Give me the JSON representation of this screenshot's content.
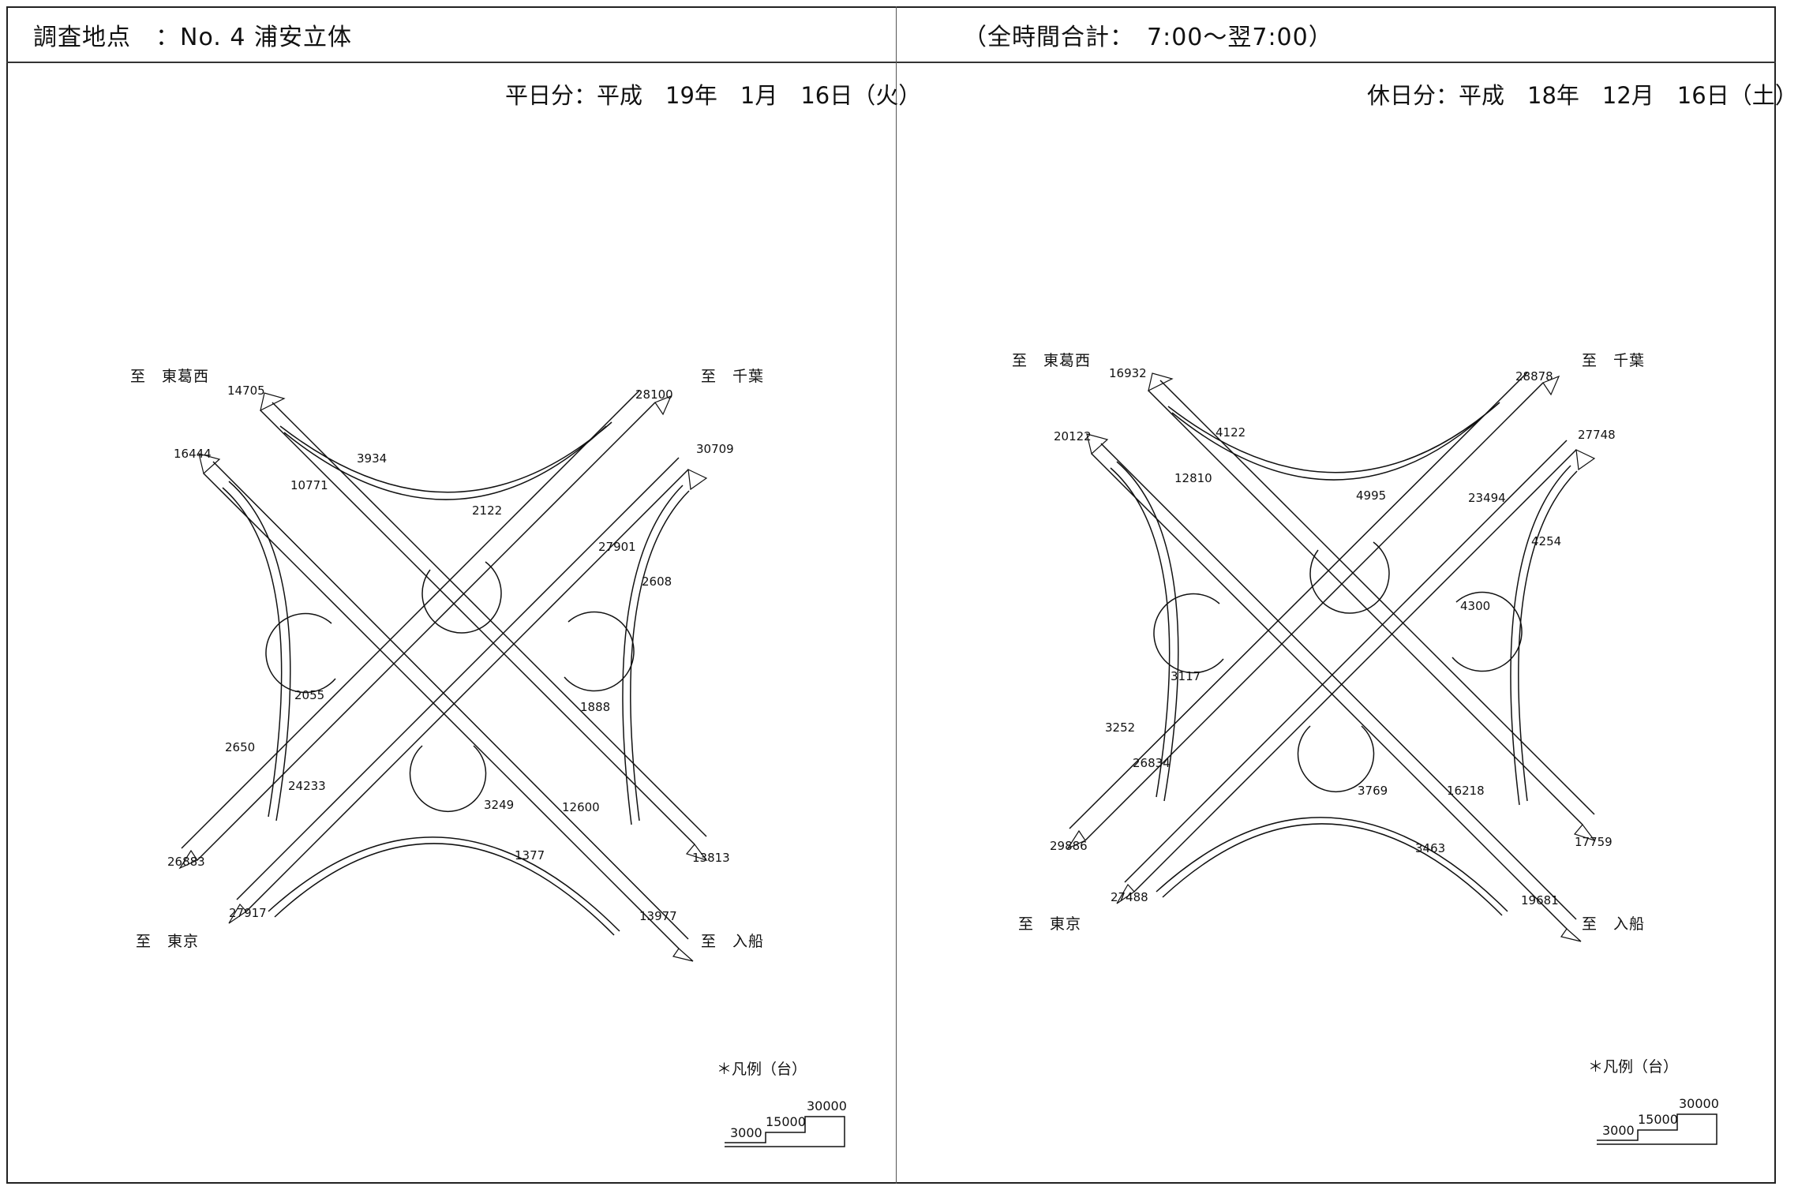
{
  "header": {
    "location_label": "調査地点　：No. 4 浦安立体",
    "period_label": "（全時間合計：　7:00～翌7:00）"
  },
  "panels": [
    {
      "date_label": "平日分：平成　19年　1月　16日（火）",
      "directions": {
        "nw": "至　東葛西",
        "ne": "至　千葉",
        "sw": "至　東京",
        "se": "至　入船"
      },
      "volumes": {
        "nw_top": "14705",
        "nw_outer": "16444",
        "ne_top": "28100",
        "ne_outer": "30709",
        "sw_outer": "26883",
        "sw_bottom": "27917",
        "se_outer": "13813",
        "se_bottom": "13977",
        "north_curve": "3934",
        "north_loop": "2122",
        "nw_diag": "10771",
        "ne_diag": "27901",
        "east_curve": "2608",
        "west_loop": "2055",
        "east_loop": "1888",
        "west_curve": "2650",
        "sw_diag": "24233",
        "south_loop": "3249",
        "se_diag": "12600",
        "south_curve": "1377"
      },
      "legend": {
        "title": "＊凡例（台）",
        "low": "3000",
        "mid": "15000",
        "high": "30000"
      }
    },
    {
      "date_label": "休日分：平成　18年　12月　16日（土）",
      "directions": {
        "nw": "至　東葛西",
        "ne": "至　千葉",
        "sw": "至　東京",
        "se": "至　入船"
      },
      "volumes": {
        "nw_top": "16932",
        "nw_outer": "20122",
        "ne_top": "28878",
        "ne_outer": "27748",
        "sw_outer": "29886",
        "sw_bottom": "27488",
        "se_outer": "17759",
        "se_bottom": "19681",
        "north_curve": "4122",
        "north_loop": "4995",
        "nw_diag": "12810",
        "ne_diag": "23494",
        "east_curve": "4254",
        "west_loop": "3117",
        "east_loop": "4300",
        "west_curve": "3252",
        "sw_diag": "26834",
        "south_loop": "3769",
        "se_diag": "16218",
        "south_curve": "3463"
      },
      "legend": {
        "title": "＊凡例（台）",
        "low": "3000",
        "mid": "15000",
        "high": "30000"
      }
    }
  ]
}
